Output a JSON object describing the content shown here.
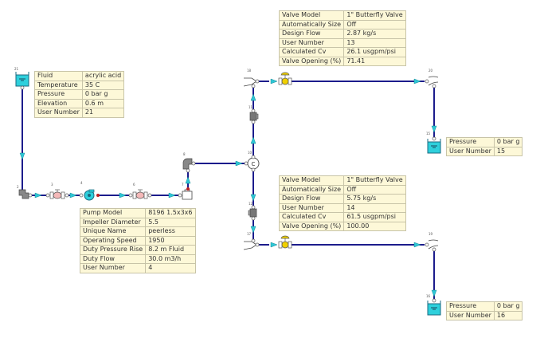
{
  "diagram": {
    "type": "pipe-flow-network",
    "colors": {
      "pipe": "#1c1c8c",
      "flow_arrow": "#2ec7d6",
      "tank_fill": "#2ed0dc",
      "info_bg": "#fdf8d8",
      "valve_body": "#f4b8b8",
      "control_valve": "#f0d000",
      "junction_marker": "#c02020"
    },
    "supply_tank": {
      "node_label": "21",
      "properties": [
        {
          "key": "Fluid",
          "value": "acrylic acid"
        },
        {
          "key": "Temperature",
          "value": "35 C"
        },
        {
          "key": "Pressure",
          "value": "0 bar g"
        },
        {
          "key": "Elevation",
          "value": "0.6 m"
        },
        {
          "key": "User Number",
          "value": "21"
        }
      ]
    },
    "pump": {
      "node_label": "4",
      "properties": [
        {
          "key": "Pump Model",
          "value": "8196 1.5x3x6"
        },
        {
          "key": "Impeller Diameter",
          "value": "5.5"
        },
        {
          "key": "Unique Name",
          "value": "peerless"
        },
        {
          "key": "Operating Speed",
          "value": "1950"
        },
        {
          "key": "Duty Pressure Rise",
          "value": "8.2 m Fluid"
        },
        {
          "key": "Duty Flow",
          "value": "30.0 m3/h"
        },
        {
          "key": "User Number",
          "value": "4"
        }
      ]
    },
    "valve_top": {
      "node_label": "13",
      "properties": [
        {
          "key": "Valve Model",
          "value": "1\" Butterfly Valve"
        },
        {
          "key": "Automatically Size",
          "value": "Off"
        },
        {
          "key": "Design Flow",
          "value": "2.87 kg/s"
        },
        {
          "key": "User Number",
          "value": "13"
        },
        {
          "key": "Calculated Cv",
          "value": "26.1 usgpm/psi"
        },
        {
          "key": "Valve Opening (%)",
          "value": "71.41"
        }
      ]
    },
    "valve_bottom": {
      "node_label": "14",
      "properties": [
        {
          "key": "Valve Model",
          "value": "1\" Butterfly Valve"
        },
        {
          "key": "Automatically Size",
          "value": "Off"
        },
        {
          "key": "Design Flow",
          "value": "5.75 kg/s"
        },
        {
          "key": "User Number",
          "value": "14"
        },
        {
          "key": "Calculated Cv",
          "value": "61.5 usgpm/psi"
        },
        {
          "key": "Valve Opening (%)",
          "value": "100.00"
        }
      ]
    },
    "tank_15": {
      "node_label": "15",
      "properties": [
        {
          "key": "Pressure",
          "value": "0 bar g"
        },
        {
          "key": "User Number",
          "value": "15"
        }
      ]
    },
    "tank_16": {
      "node_label": "16",
      "properties": [
        {
          "key": "Pressure",
          "value": "0 bar g"
        },
        {
          "key": "User Number",
          "value": "16"
        }
      ]
    },
    "node_labels": {
      "elbow_2": "2",
      "valve_3": "3",
      "pump_4": "4",
      "valve_6": "6",
      "strainer_7": "7",
      "elbow_8": "8",
      "tee_10": "10",
      "elbow_11": "11",
      "elbow_12": "12",
      "reducer_18": "18",
      "reducer_17": "17",
      "outlet_20": "20",
      "outlet_19": "19",
      "connector_c": "C"
    }
  }
}
